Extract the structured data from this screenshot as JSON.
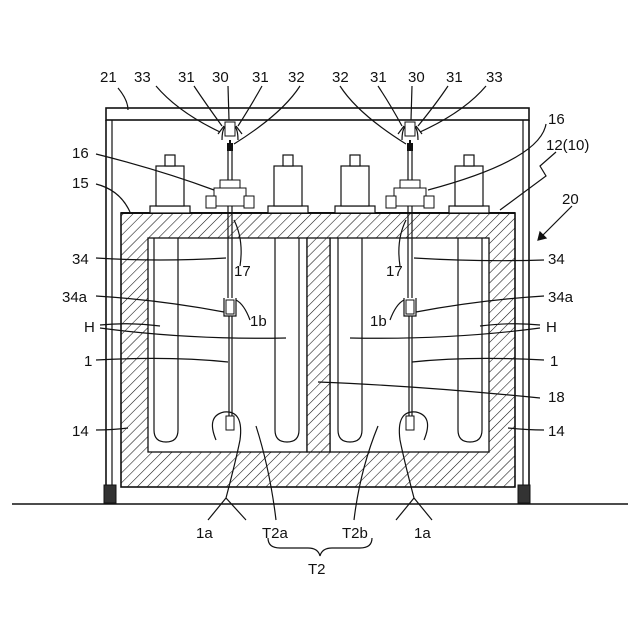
{
  "labels": {
    "frame_21": "21",
    "top_33_left": "33",
    "top_31_left_a": "31",
    "top_30_left": "30",
    "top_31_left_b": "31",
    "top_32_left": "32",
    "top_32_right": "32",
    "top_31_right_a": "31",
    "top_30_right": "30",
    "top_31_right_b": "31",
    "top_33_right": "33",
    "sixteen_right": "16",
    "twelve_ten": "12(10)",
    "sixteen_left": "16",
    "fifteen": "15",
    "twenty": "20",
    "seventeen_left": "17",
    "seventeen_right": "17",
    "thirtyfour_left": "34",
    "thirtyfour_right": "34",
    "thirtyfour_a_left": "34a",
    "thirtyfour_a_right": "34a",
    "one_b_left": "1b",
    "one_b_right": "1b",
    "h_left": "H",
    "h_right": "H",
    "one_left": "1",
    "one_right": "1",
    "eighteen": "18",
    "fourteen_left": "14",
    "fourteen_right": "14",
    "one_a_left": "1a",
    "t2a": "T2a",
    "t2b": "T2b",
    "one_a_right": "1a",
    "t2": "T2"
  }
}
